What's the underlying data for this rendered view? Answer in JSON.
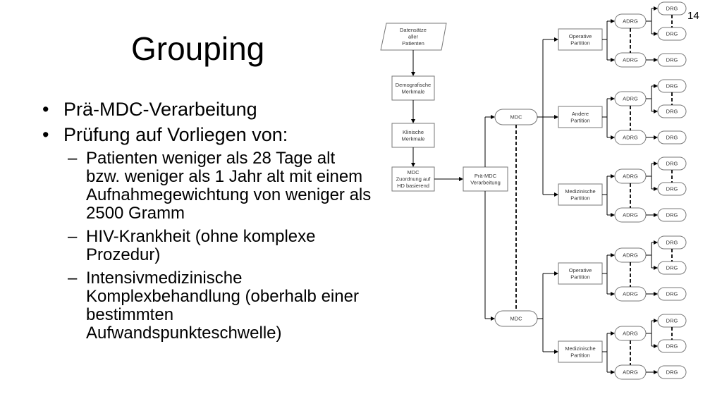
{
  "slide": {
    "page_number": "14",
    "title": "Grouping",
    "bullets": [
      {
        "text": "Prä-MDC-Verarbeitung",
        "level": 1
      },
      {
        "text": "Prüfung auf Vorliegen von:",
        "level": 1
      },
      {
        "text": "Patienten weniger als 28 Tage alt bzw. weniger als 1 Jahr alt mit einem Aufnahmegewichtung von weniger als 2500 Gramm",
        "level": 2
      },
      {
        "text": "HIV-Krankheit (ohne komplexe Prozedur)",
        "level": 2
      },
      {
        "text": "Intensivmedizinische Komplexbehandlung (oberhalb einer bestimmten Aufwandspunkteschwelle)",
        "level": 2
      }
    ]
  },
  "diagram": {
    "data_records": [
      "Datensätze",
      "aller",
      "Patienten"
    ],
    "demographic": [
      "Demografische",
      "Merkmale"
    ],
    "clinical": [
      "Klinische",
      "Merkmale"
    ],
    "mdc_assignment": [
      "MDC",
      "Zuordnung auf",
      "HD basierend"
    ],
    "pre_mdc": [
      "Prä-MDC",
      "Verarbeitung"
    ],
    "mdc_label": "MDC",
    "adrg_label": "ADRG",
    "drg_label": "DRG",
    "mdc_groups": [
      {
        "partitions": [
          [
            "Operative",
            "Partition"
          ],
          [
            "Andere",
            "Partition"
          ],
          [
            "Medizinische",
            "Partition"
          ]
        ]
      },
      {
        "partitions": [
          [
            "Operative",
            "Partition"
          ],
          [
            "Medizinische",
            "Partition"
          ]
        ]
      }
    ]
  }
}
